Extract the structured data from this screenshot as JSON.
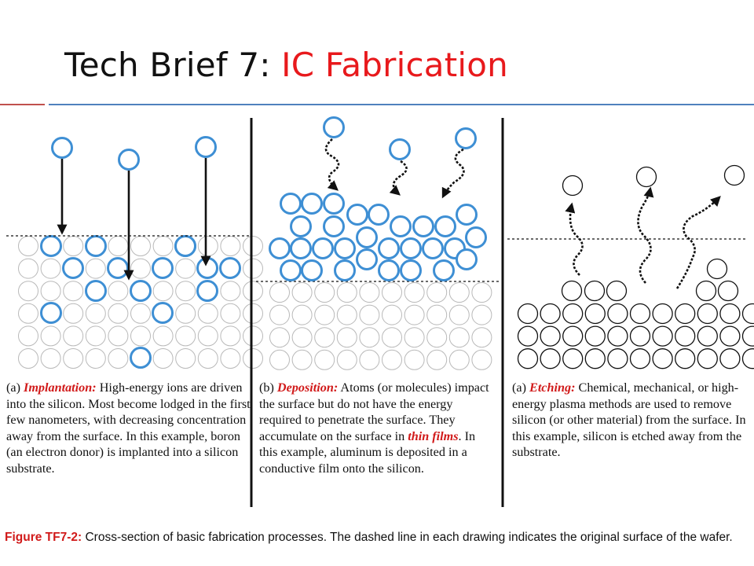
{
  "slide": {
    "title_prefix": "Tech Brief 7: ",
    "title_accent": "IC Fabrication",
    "accent_color": "#e8191c",
    "rule_colors": [
      "#c0504d",
      "#4f81bd"
    ]
  },
  "panels": [
    {
      "label": "(a)",
      "term": "Implantation:",
      "text": "High-energy ions are driven into the silicon.  Most become lodged in the first few nanometers, with decreasing concentration away from the surface.  In this example, boron (an electron donor) is implanted into a silicon substrate."
    },
    {
      "label": "(b)",
      "term": "Deposition:",
      "text_before": "Atoms (or molecules) impact the surface but do not have the energy required to penetrate the surface.  They accumulate on the surface in",
      "emph": "thin films",
      "text_after": ".  In this  example, aluminum is deposited in a conductive film onto the silicon."
    },
    {
      "label": "(a)",
      "term": "Etching:",
      "text": "Chemical, mechanical, or high-energy plasma methods are used to remove silicon (or other material) from the surface.  In this example, silicon is etched away from the substrate."
    }
  ],
  "figure_caption": {
    "number": "Figure TF7-2:",
    "text": "Cross-section of basic fabrication processes. The dashed line in each drawing indicates the original surface of the wafer."
  },
  "colors": {
    "blue_atom": "#3e8fd4",
    "gray_atom": "#b9b9b9",
    "black_atom": "#111111"
  }
}
